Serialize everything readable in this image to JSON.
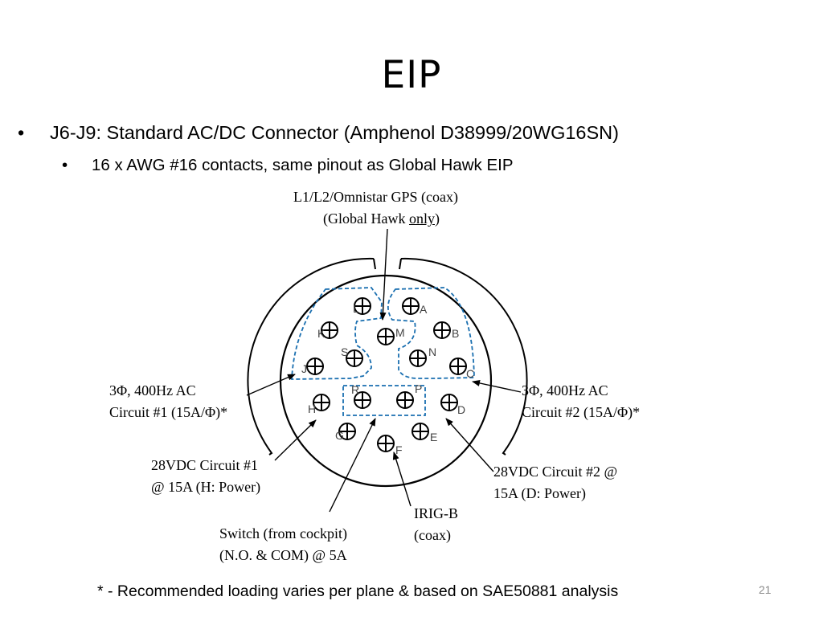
{
  "slide": {
    "title": "EIP",
    "bullet1": "J6-J9: Standard AC/DC Connector (Amphenol D38999/20WG16SN)",
    "bullet2": "16 x AWG #16 contacts, same pinout as Global Hawk EIP",
    "bullet_marker": "•",
    "footnote": "* - Recommended loading varies per plane & based on SAE50881 analysis",
    "page_number": "21"
  },
  "labels": {
    "gps_line1": "L1/L2/Omnistar GPS (coax)",
    "gps_line2_pre": "(Global Hawk ",
    "gps_line2_u": "only",
    "gps_line2_post": ")",
    "ac1_line1": "3Φ, 400Hz  AC",
    "ac1_line2": "Circuit #1 (15A/Φ)*",
    "ac2_line1": "3Φ, 400Hz  AC",
    "ac2_line2": "Circuit #2 (15A/Φ)*",
    "dc1_line1": "28VDC Circuit #1",
    "dc1_line2": "@ 15A (H: Power)",
    "dc2_line1": "28VDC Circuit #2 @",
    "dc2_line2": "15A (D: Power)",
    "irig_line1": "IRIG-B",
    "irig_line2": "(coax)",
    "switch_line1": "Switch (from cockpit)",
    "switch_line2": "(N.O. & COM) @ 5A"
  },
  "pins": {
    "A": "A",
    "B": "B",
    "C": "C",
    "D": "D",
    "E": "E",
    "F": "F",
    "G": "G",
    "H": "H",
    "J": "J",
    "K": "K",
    "L": "L",
    "M": "M",
    "N": "N",
    "P": "P",
    "R": "R",
    "S": "S"
  },
  "colors": {
    "group_outline": "#1a6fb0",
    "text": "#000000",
    "page_number": "#8a8a8a"
  }
}
